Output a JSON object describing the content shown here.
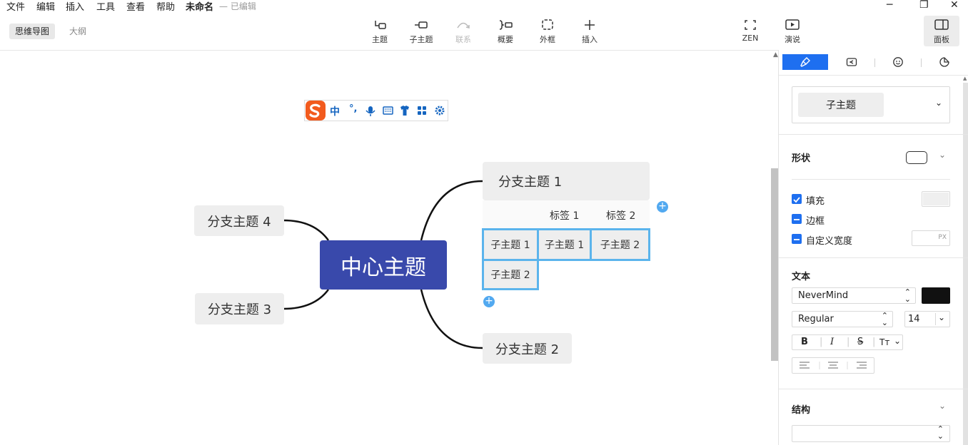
{
  "menu": {
    "items": [
      "文件",
      "编辑",
      "插入",
      "工具",
      "查看",
      "帮助"
    ],
    "doc_title": "未命名",
    "doc_status": "— 已编辑"
  },
  "view_tabs": {
    "mindmap": "思维导图",
    "outline": "大纲"
  },
  "toolbar": {
    "topic": "主题",
    "subtopic": "子主题",
    "relation": "联系",
    "summary": "概要",
    "boundary": "外框",
    "insert": "插入",
    "zen": "ZEN",
    "present": "演说",
    "panel": "面板"
  },
  "ime": {
    "chinese": "中",
    "punct": "°,"
  },
  "mindmap": {
    "central": "中心主题",
    "branch1": "分支主题 1",
    "branch2": "分支主题 2",
    "branch3": "分支主题 3",
    "branch4": "分支主题 4",
    "matrix": {
      "headers": [
        "标签 1",
        "标签 2"
      ],
      "row1": [
        "子主题 1",
        "子主题 1",
        "子主题 2"
      ],
      "row2": [
        "子主题 2"
      ]
    }
  },
  "panel": {
    "style_select": "子主题",
    "shape_label": "形状",
    "fill_label": "填充",
    "border_label": "边框",
    "custom_width_label": "自定义宽度",
    "width_unit": "PX",
    "text_label": "文本",
    "font_family": "NeverMind",
    "font_weight": "Regular",
    "font_size": "14",
    "bold": "B",
    "italic": "I",
    "strike": "S",
    "case": "Tт",
    "structure_label": "结构",
    "fill_color": "#efefef",
    "text_color": "#111111"
  },
  "colors": {
    "central_bg": "#3949ab",
    "branch_bg": "#eeeeee",
    "select_border": "#5bb4ec",
    "accent": "#1e6ff0"
  }
}
